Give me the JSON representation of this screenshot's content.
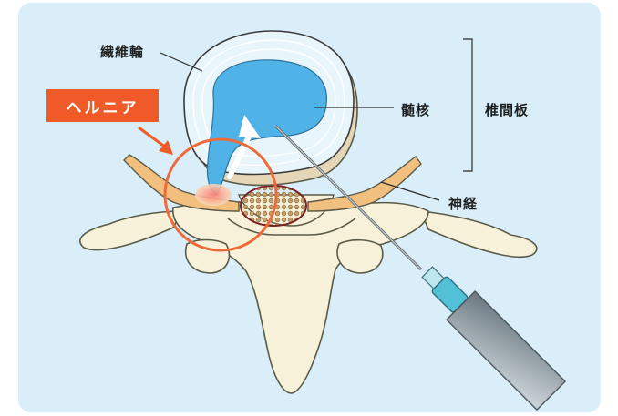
{
  "labels": {
    "annulus": "繊維輪",
    "nucleus": "髄核",
    "disc": "椎間板",
    "nerve": "神経",
    "hernia": "ヘルニア"
  },
  "colors": {
    "background": "#d9eef9",
    "nucleus": "#4fb3e8",
    "bone": "#f6f1d8",
    "nerve": "#f2c07e",
    "hernia_tag": "#f05a28",
    "highlight_circle": "#ef6a3a",
    "needle_hub": "#52c0d6",
    "syringe": "#7f8c94"
  }
}
